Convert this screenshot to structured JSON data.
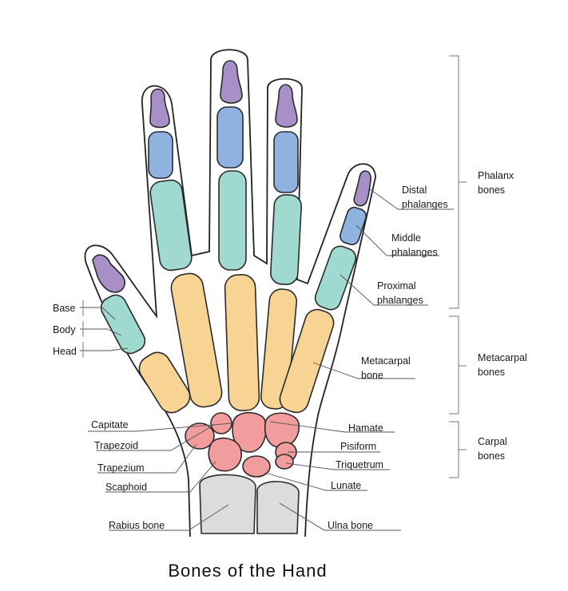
{
  "title": "Bones of the Hand",
  "colors": {
    "distal": "#a98fc7",
    "middle": "#8fb3e0",
    "proximal": "#9fd9cf",
    "metacarpal": "#f8d494",
    "carpal": "#f29d9d",
    "forearm": "#dcdcdc"
  },
  "labels": {
    "distal_phalanges": [
      "Distal",
      "phalanges"
    ],
    "middle_phalanges": [
      "Middle",
      "phalanges"
    ],
    "proximal_phalanges": [
      "Proximal",
      "phalanges"
    ],
    "metacarpal_bone": [
      "Metacarpal",
      "bone"
    ],
    "base": "Base",
    "body": "Body",
    "head": "Head",
    "capitate": "Capitate",
    "trapezoid": "Trapezoid",
    "trapezium": "Trapezium",
    "scaphoid": "Scaphoid",
    "radius": "Rabius bone",
    "hamate": "Hamate",
    "pisiform": "Pisiform",
    "triquetrum": "Triquetrum",
    "lunate": "Lunate",
    "ulna": "Ulna bone"
  },
  "groups": {
    "phalanx": [
      "Phalanx",
      "bones"
    ],
    "metacarpal": [
      "Metacarpal",
      "bones"
    ],
    "carpal": [
      "Carpal",
      "bones"
    ]
  }
}
